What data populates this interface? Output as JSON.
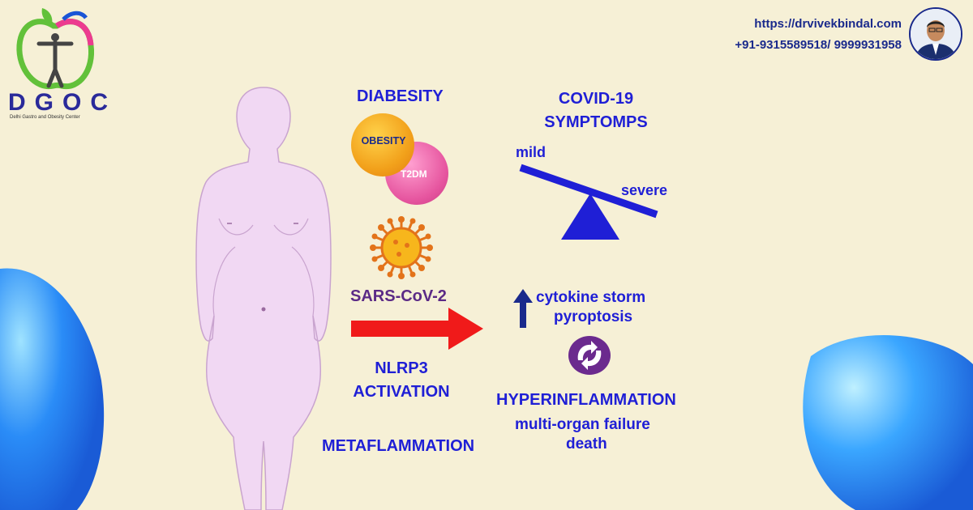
{
  "logo": {
    "name": "DGOC",
    "subtitle": "Delhi Gastro and Obesity Center"
  },
  "contact": {
    "url": "https://drvivekbindal.com",
    "phone": "+91-9315589518/ 9999931958"
  },
  "diagram": {
    "diabesity": {
      "title": "DIABESITY",
      "circle_a": "OBESITY",
      "circle_b": "T2DM"
    },
    "covid": {
      "title": "COVID-19 SYMPTOMPS",
      "seesaw_low": "mild",
      "seesaw_high": "severe"
    },
    "virus": "SARS-CoV-2",
    "activation": "NLRP3 ACTIVATION",
    "outcomes": {
      "line1": "cytokine storm",
      "line2": "pyroptosis",
      "main": "HYPERINFLAMMATION",
      "line3": "multi-organ failure",
      "line4": "death"
    },
    "metaflammation": "METAFLAMMATION"
  },
  "colors": {
    "background": "#f6f0d6",
    "label_blue": "#1f1fd6",
    "arrow_red": "#f01a1a",
    "bubble_blue": "#2a8cf7",
    "body_fill": "#f1d8f3"
  },
  "icons": [
    "apple-logo-icon",
    "doctor-avatar-icon",
    "virus-icon",
    "up-arrow-icon",
    "cycle-arrows-icon",
    "seesaw-icon",
    "right-arrow-icon"
  ]
}
